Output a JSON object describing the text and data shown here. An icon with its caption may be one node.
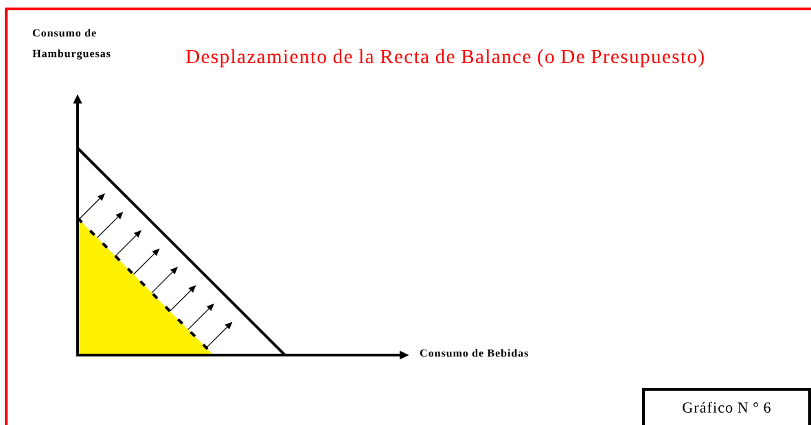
{
  "diagram": {
    "title": "Desplazamiento de la Recta de Balance (o De Presupuesto)",
    "nodes": [
      {
        "text": [
          "Gráfico N ° 6"
        ]
      }
    ],
    "labels": [
      "Consumo de Hamburguesas",
      "Consumo de Bebidas"
    ]
  }
}
